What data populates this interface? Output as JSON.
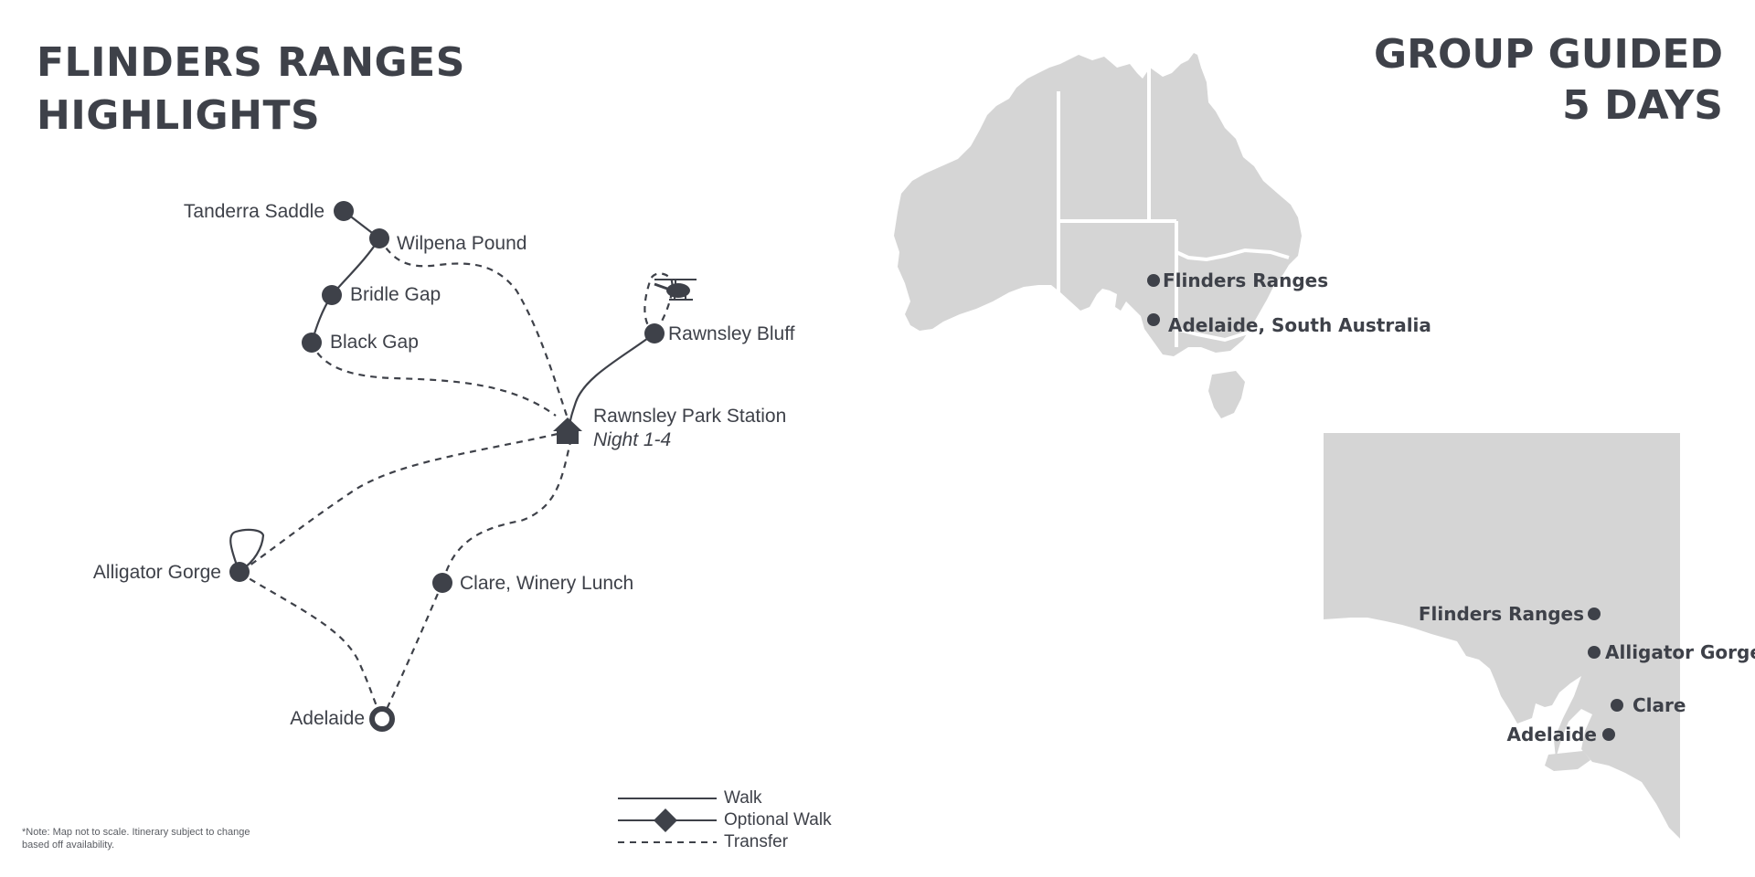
{
  "title": {
    "line1": "FLINDERS RANGES",
    "line2": "HIGHLIGHTS"
  },
  "tour": {
    "line1": "GROUP GUIDED",
    "line2": "5 DAYS"
  },
  "colors": {
    "ink": "#3e4149",
    "land": "#d5d5d5",
    "border": "#ffffff",
    "background": "#ffffff"
  },
  "itinerary": {
    "stops": {
      "tanderra_saddle": "Tanderra Saddle",
      "wilpena_pound": "Wilpena Pound",
      "bridle_gap": "Bridle Gap",
      "black_gap": "Black Gap",
      "rawnsley_bluff": "Rawnsley Bluff",
      "rawnsley_park": "Rawnsley Park Station",
      "rawnsley_park_note": "Night 1-4",
      "alligator_gorge": "Alligator Gorge",
      "clare": "Clare, Winery Lunch",
      "adelaide": "Adelaide"
    },
    "icons": {
      "helicopter": "helicopter-icon",
      "accommodation": "house-icon",
      "start": "start-ring-icon"
    }
  },
  "australia_map": {
    "labels": {
      "flinders": "Flinders Ranges",
      "adelaide": "Adelaide, South Australia"
    }
  },
  "sa_map": {
    "labels": {
      "flinders": "Flinders Ranges",
      "alligator": "Alligator Gorge",
      "clare": "Clare",
      "adelaide": "Adelaide"
    }
  },
  "legend": {
    "walk": "Walk",
    "optional_walk": "Optional Walk",
    "transfer": "Transfer"
  },
  "note": "*Note: Map not to scale. Itinerary subject to change based off availability."
}
